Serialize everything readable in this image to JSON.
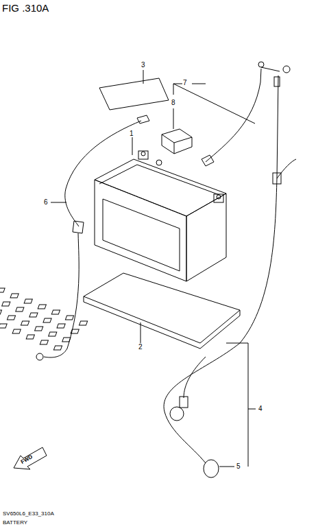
{
  "diagram": {
    "title": "FIG .310A",
    "caption": "BATTERY",
    "labels": [
      "3",
      "7",
      "8",
      "1",
      "6",
      "2",
      "4",
      "5",
      "FWD",
      "SV650L6_E33_310A"
    ]
  }
}
